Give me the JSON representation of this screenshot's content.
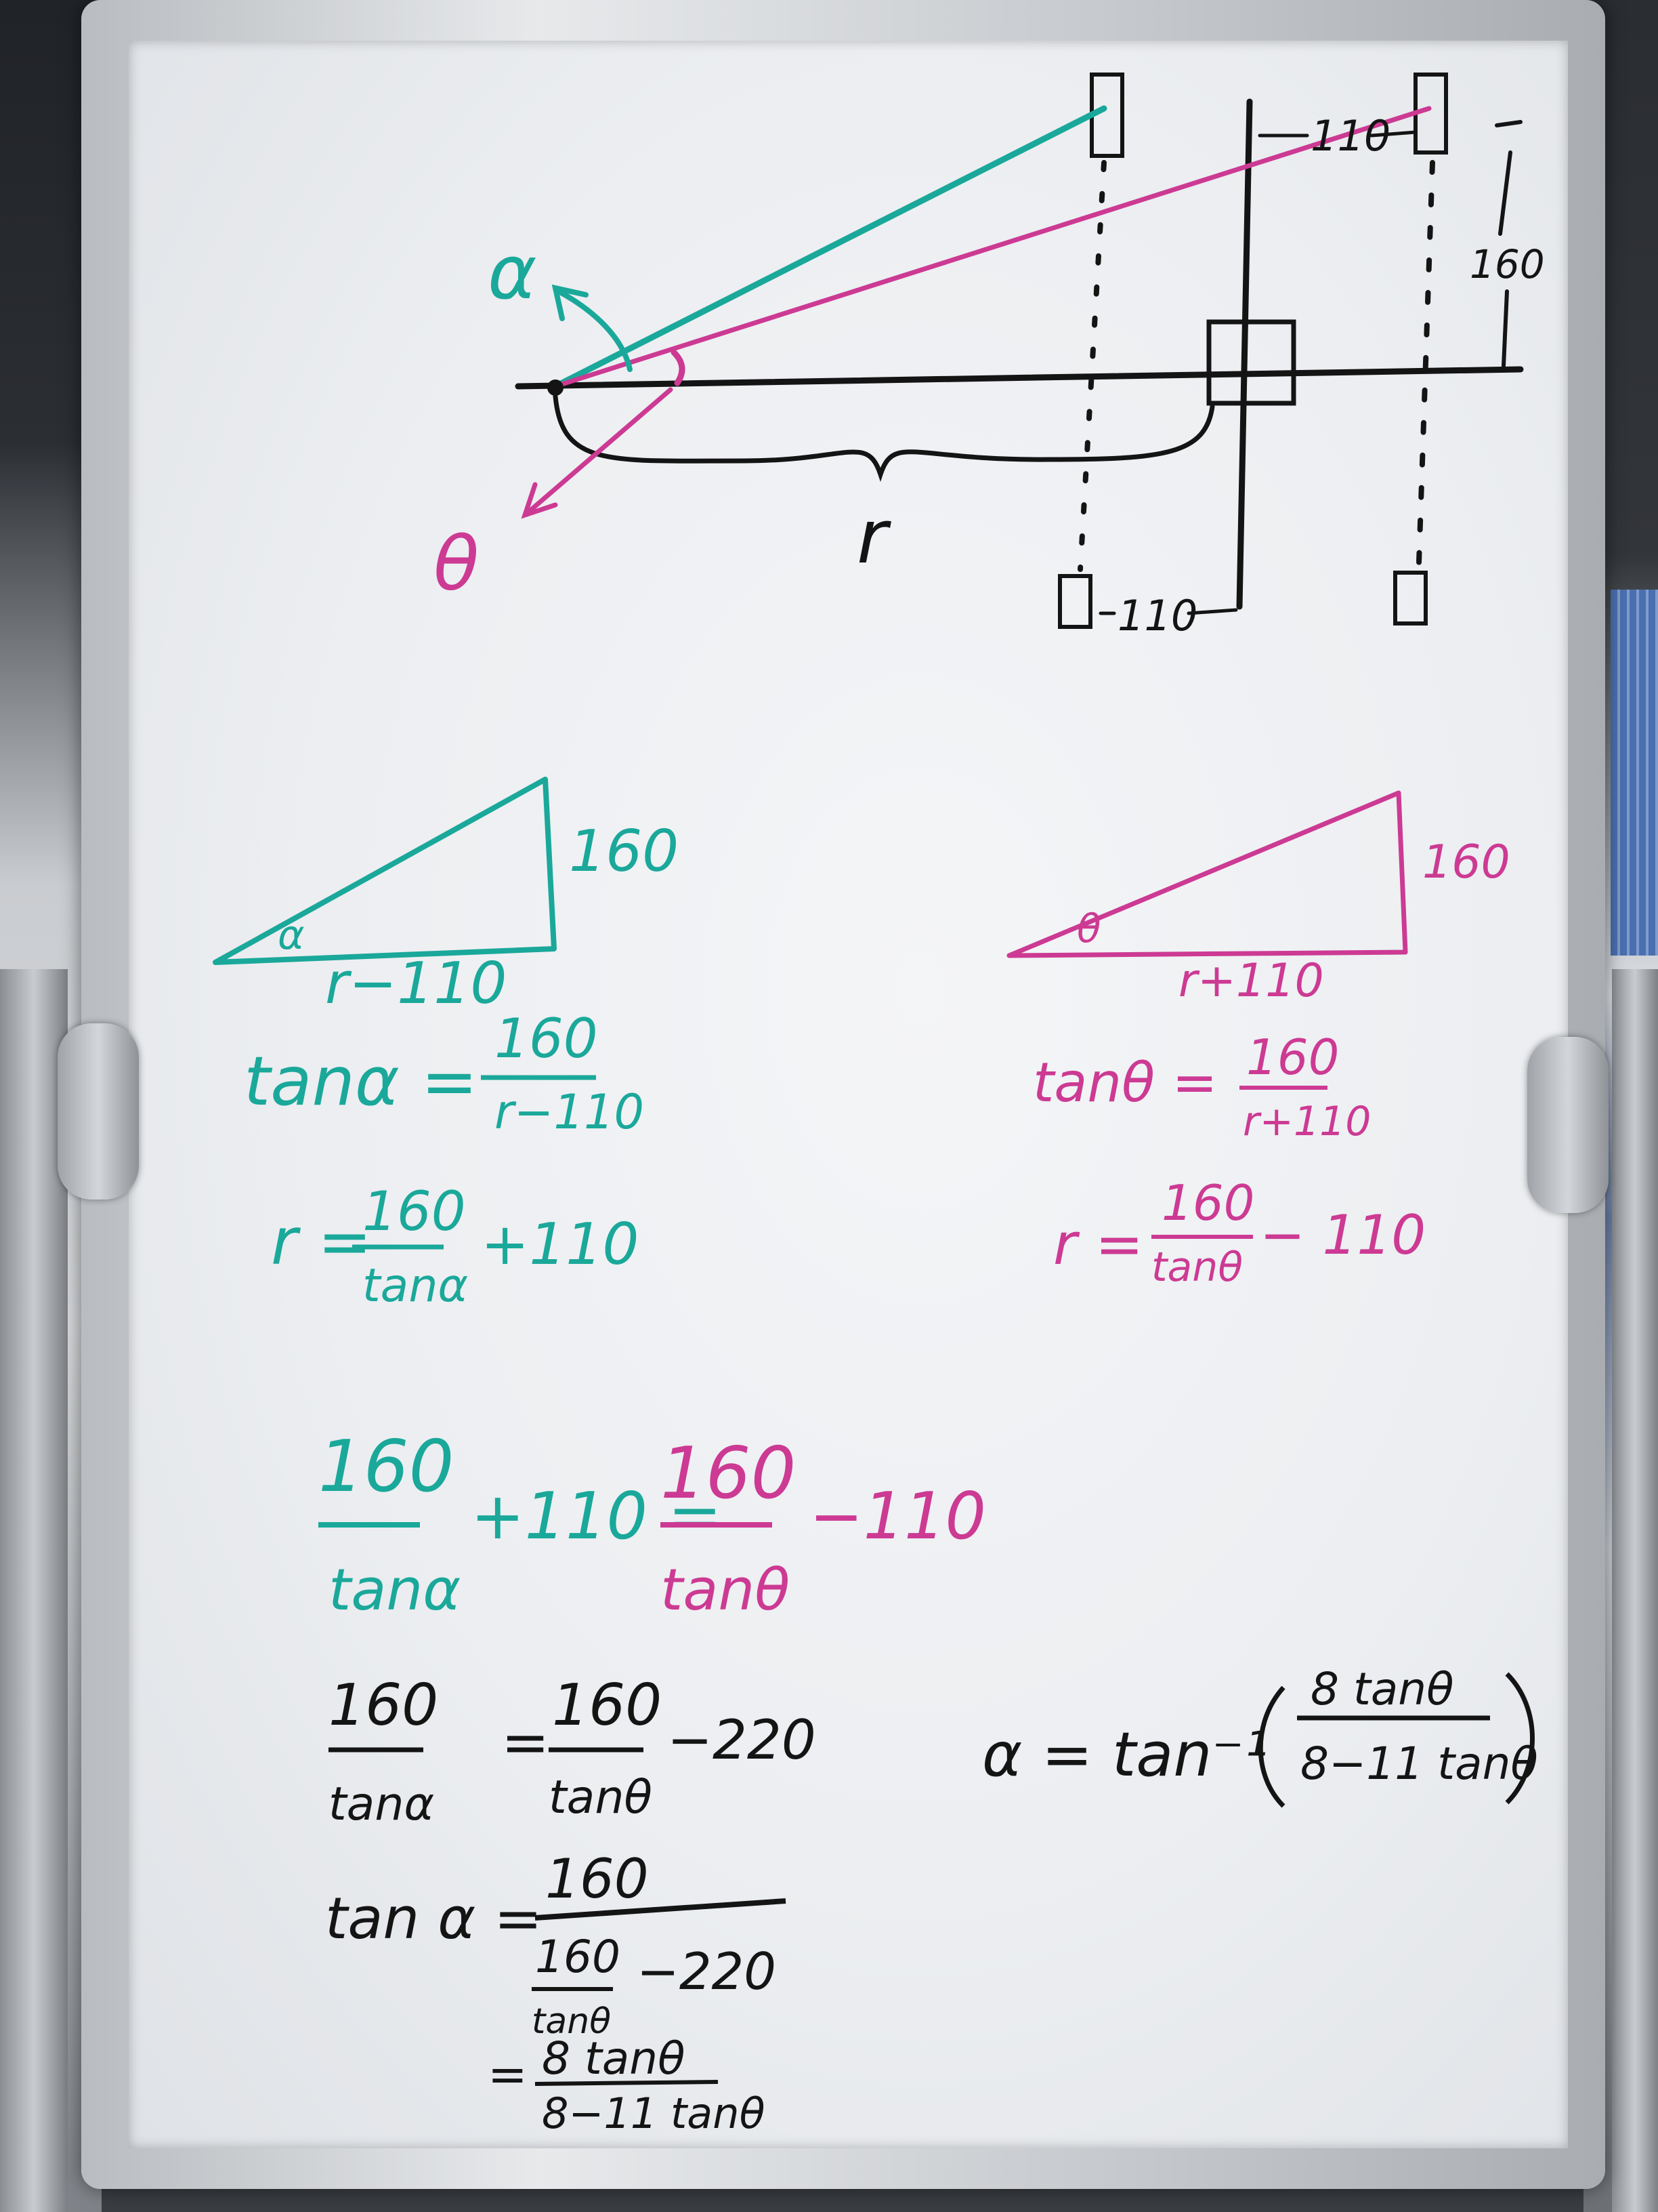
{
  "colors": {
    "teal": "#1aa89a",
    "magenta": "#cc3a93",
    "black": "#141414"
  },
  "diagram": {
    "alpha_label": "α",
    "theta_label": "θ",
    "r_label": "r",
    "dim_top": "110",
    "dim_bottom": "110",
    "dim_side": "160"
  },
  "triangle_alpha": {
    "angle": "α",
    "height": "160",
    "base": "r−110",
    "eq1_lhs": "tanα =",
    "eq1_num": "160",
    "eq1_den": "r−110",
    "eq2_lhs": "r =",
    "eq2_num": "160",
    "eq2_den": "tanα",
    "eq2_rhs": "+110"
  },
  "triangle_theta": {
    "angle": "θ",
    "height": "160",
    "base": "r+110",
    "eq1_lhs": "tanθ =",
    "eq1_num": "160",
    "eq1_den": "r+110",
    "eq2_lhs": "r =",
    "eq2_num": "160",
    "eq2_den": "tanθ",
    "eq2_rhs": "− 110"
  },
  "combined": {
    "lhs_num": "160",
    "lhs_den": "tanα",
    "lhs_add": "+110 =",
    "rhs_num": "160",
    "rhs_den": "tanθ",
    "rhs_sub": "−110"
  },
  "derivation": {
    "s1_lhs_num": "160",
    "s1_lhs_den": "tanα",
    "s1_eq": "=",
    "s1_rhs_num": "160",
    "s1_rhs_den": "tanθ",
    "s1_rhs_sub": "−220",
    "s2_lhs": "tan α =",
    "s2_num": "160",
    "s2_inner_num": "160",
    "s2_inner_den": "tanθ",
    "s2_inner_sub": "−220",
    "s3_eq": "=",
    "s3_num": "8 tanθ",
    "s3_den": "8−11 tanθ"
  },
  "result": {
    "lhs": "α = tan⁻¹",
    "num": "8 tanθ",
    "den": "8−11 tanθ"
  }
}
